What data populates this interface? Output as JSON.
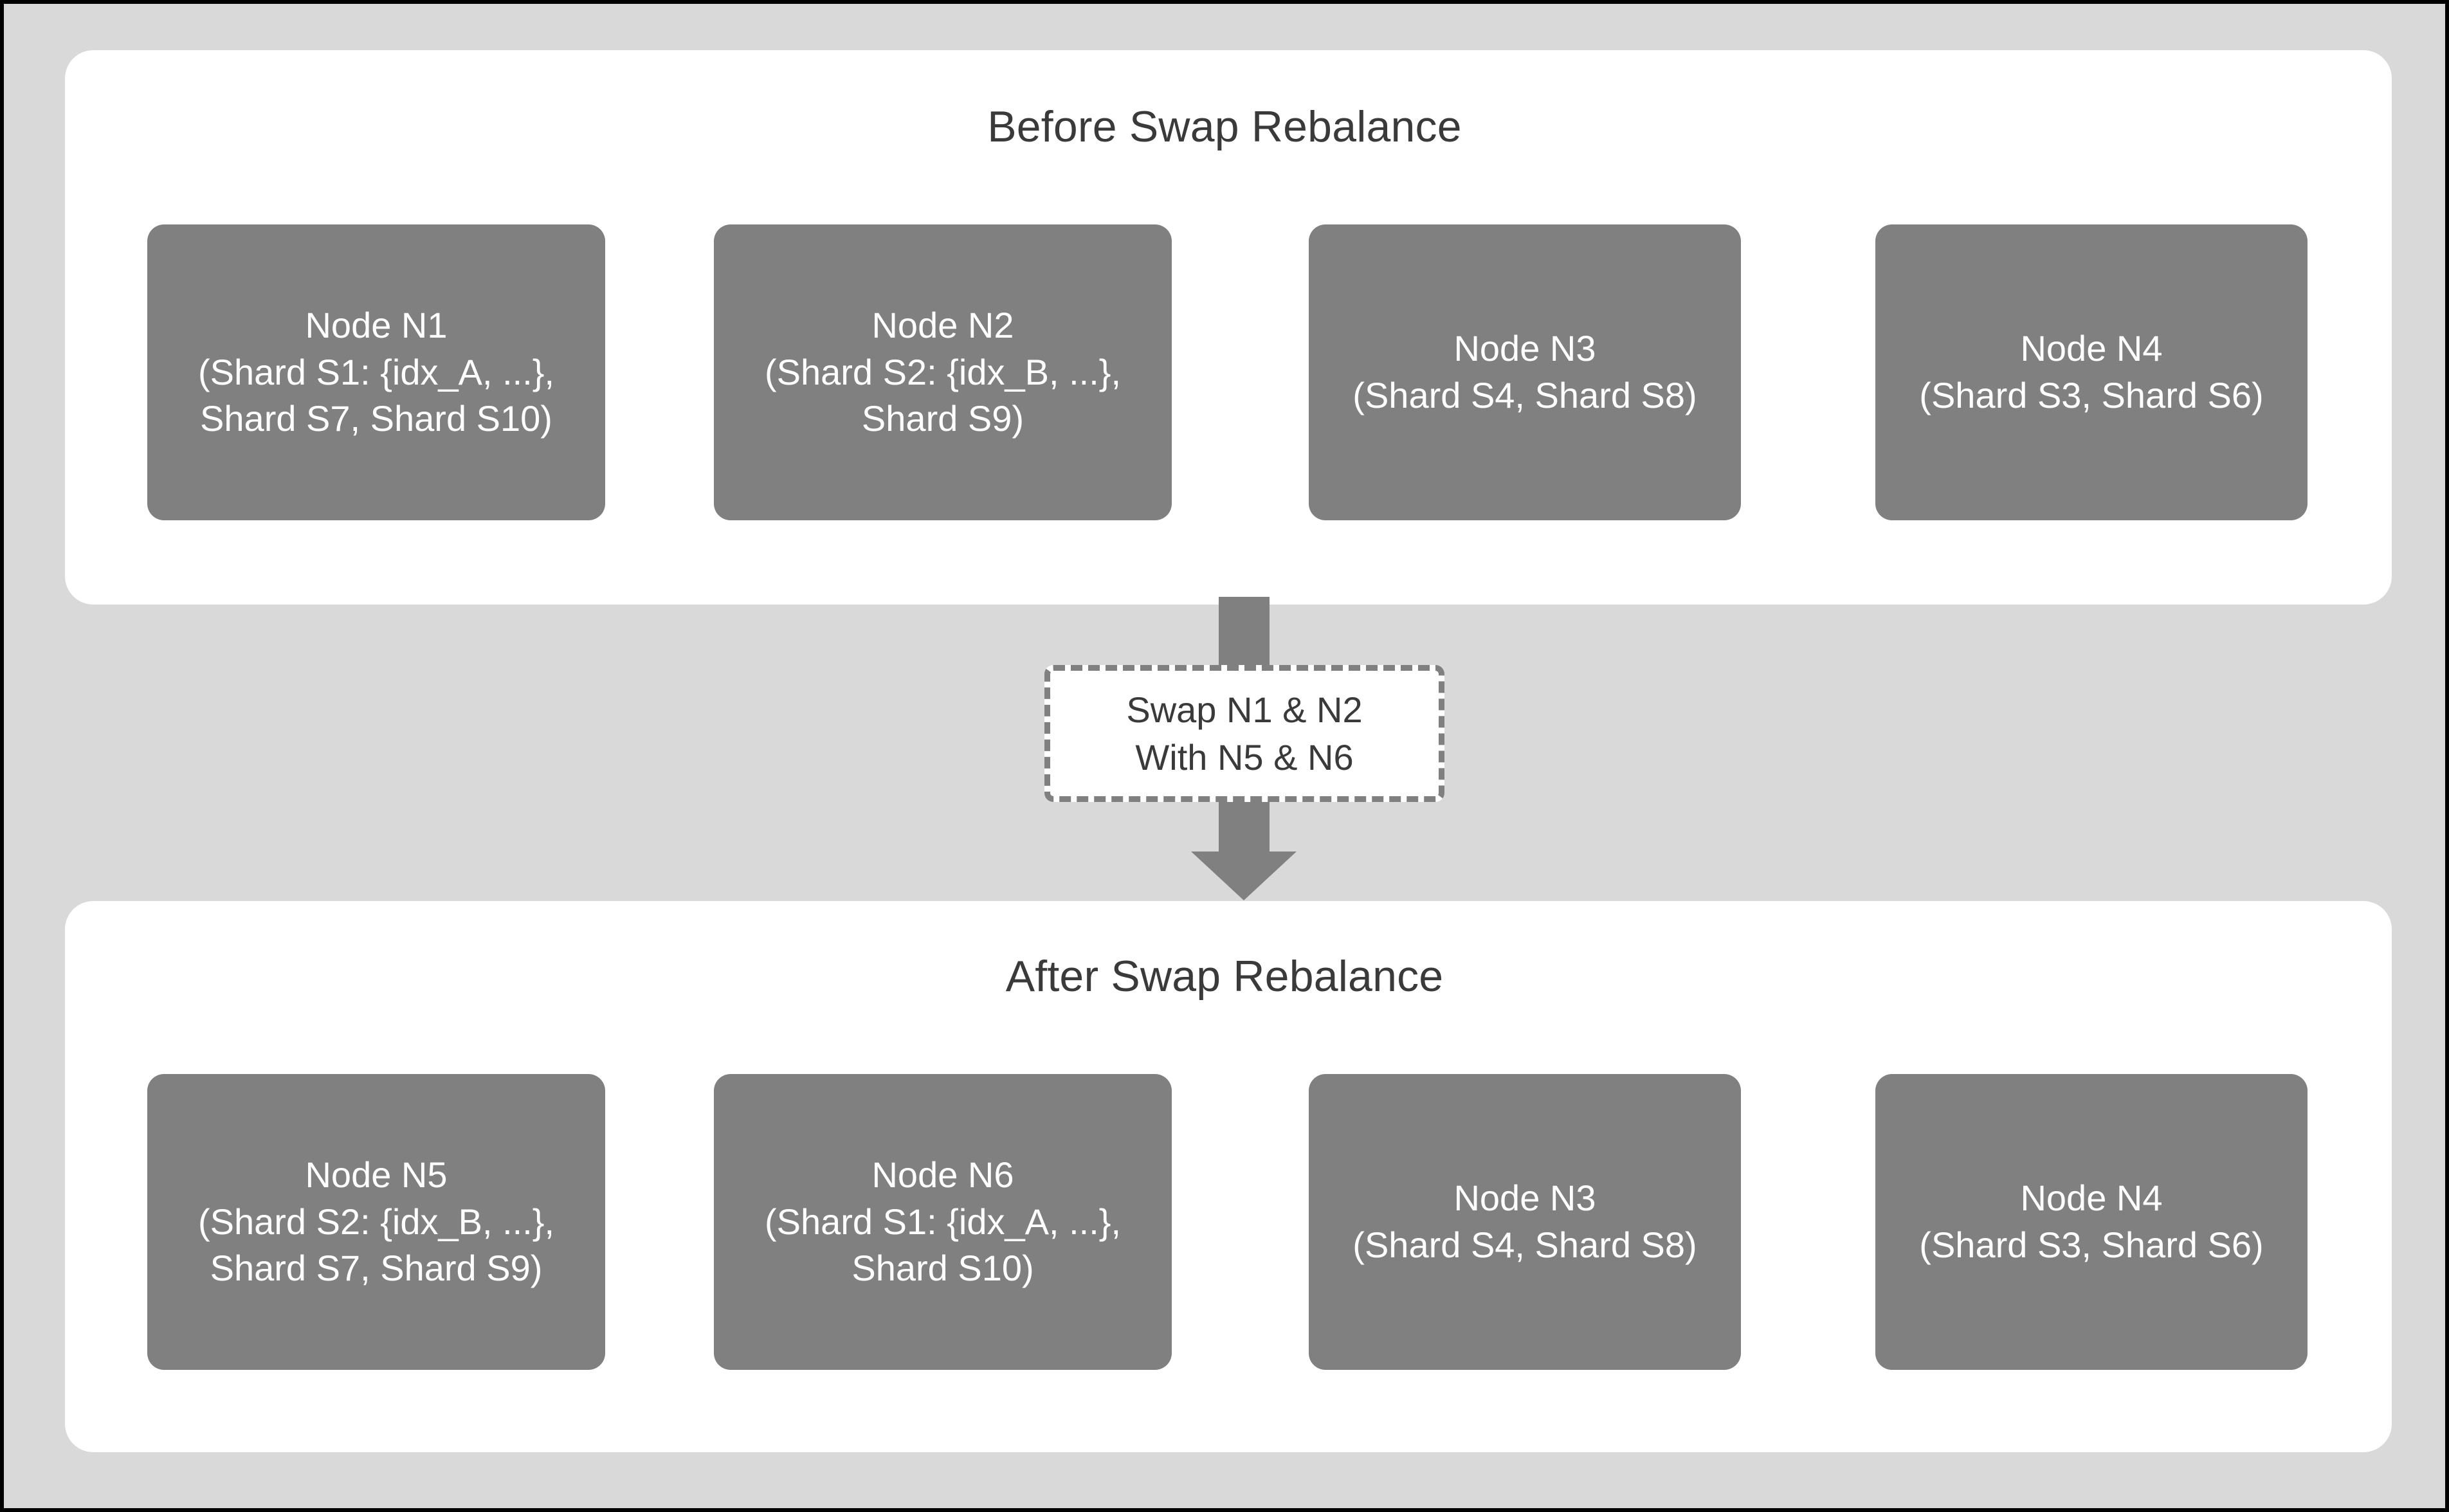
{
  "diagram": {
    "background_color": "#d9d9d9",
    "panel_color": "#ffffff",
    "node_color": "#808080",
    "text_color_dark": "#3a3a3a",
    "text_color_light": "#ffffff",
    "border_color": "#000000"
  },
  "before": {
    "title": "Before Swap Rebalance",
    "nodes": [
      {
        "id": "N1",
        "name": "Node N1",
        "shards": "(Shard S1: {idx_A, ...},\nShard S7, Shard S10)",
        "text": "Node N1\n(Shard S1: {idx_A, ...},\nShard S7, Shard S10)"
      },
      {
        "id": "N2",
        "name": "Node N2",
        "shards": "(Shard S2: {idx_B, ...},\nShard S9)",
        "text": "Node N2\n(Shard S2: {idx_B, ...},\nShard S9)"
      },
      {
        "id": "N3",
        "name": "Node N3",
        "shards": "(Shard S4, Shard S8)",
        "text": "Node N3\n(Shard S4, Shard S8)"
      },
      {
        "id": "N4",
        "name": "Node N4",
        "shards": "(Shard S3, Shard S6)",
        "text": "Node N4\n(Shard S3, Shard S6)"
      }
    ]
  },
  "transition": {
    "label": "Swap N1 & N2\nWith N5 & N6",
    "line1": "Swap N1 & N2",
    "line2": "With N5 & N6",
    "arrow_direction": "down"
  },
  "after": {
    "title": "After Swap Rebalance",
    "nodes": [
      {
        "id": "N5",
        "name": "Node N5",
        "shards": "(Shard S2: {idx_B, ...},\nShard S7, Shard S9)",
        "text": "Node N5\n(Shard S2: {idx_B, ...},\nShard S7, Shard S9)"
      },
      {
        "id": "N6",
        "name": "Node N6",
        "shards": "(Shard S1: {idx_A, ...},\nShard S10)",
        "text": "Node N6\n(Shard S1: {idx_A, ...},\nShard S10)"
      },
      {
        "id": "N3",
        "name": "Node N3",
        "shards": "(Shard S4, Shard S8)",
        "text": "Node N3\n(Shard S4, Shard S8)"
      },
      {
        "id": "N4",
        "name": "Node N4",
        "shards": "(Shard S3, Shard S6)",
        "text": "Node N4\n(Shard S3, Shard S6)"
      }
    ]
  }
}
